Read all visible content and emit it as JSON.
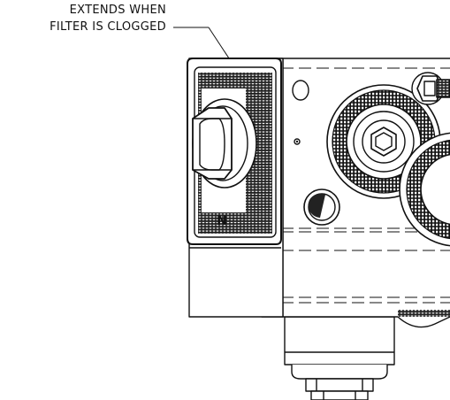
{
  "callout": {
    "line1": "EXTENDS WHEN",
    "line2": "FILTER IS CLOGGED"
  },
  "port_label": "N",
  "colors": {
    "ink": "#111111",
    "background": "#ffffff",
    "indicator_fill": "#222222"
  }
}
